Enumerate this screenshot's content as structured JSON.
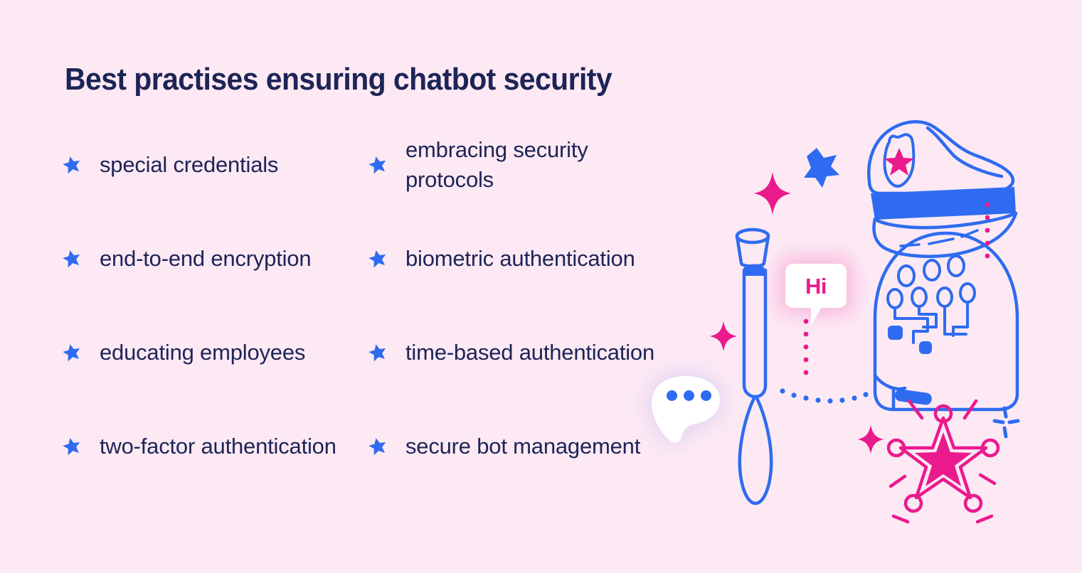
{
  "page": {
    "title": "Best practises ensuring chatbot security",
    "background_color": "#fce9f4",
    "text_color": "#1d2456",
    "accent_blue": "#2f6bf0",
    "accent_pink": "#ea1a8d"
  },
  "list": {
    "bullet_icon": "star-icon",
    "left_column": [
      {
        "text": "special credentials"
      },
      {
        "text": "end-to-end encryption"
      },
      {
        "text": "educating employees"
      },
      {
        "text": "two-factor authentication"
      }
    ],
    "right_column": [
      {
        "text": "embracing security protocols"
      },
      {
        "text": "biometric authentication"
      },
      {
        "text": "time-based authentication"
      },
      {
        "text": "secure bot management"
      }
    ]
  },
  "illustration": {
    "name": "chatbot-police-illustration",
    "speech_bubble_hi": "Hi",
    "speech_bubble_typing": "...",
    "elements": [
      "police-cap-icon",
      "robot-head-icon",
      "police-baton-icon",
      "sheriff-badge-icon",
      "speech-bubble-hi",
      "speech-bubble-typing",
      "sparkle-pink",
      "sparkle-blue",
      "dotted-line-blue",
      "dotted-line-pink"
    ]
  }
}
